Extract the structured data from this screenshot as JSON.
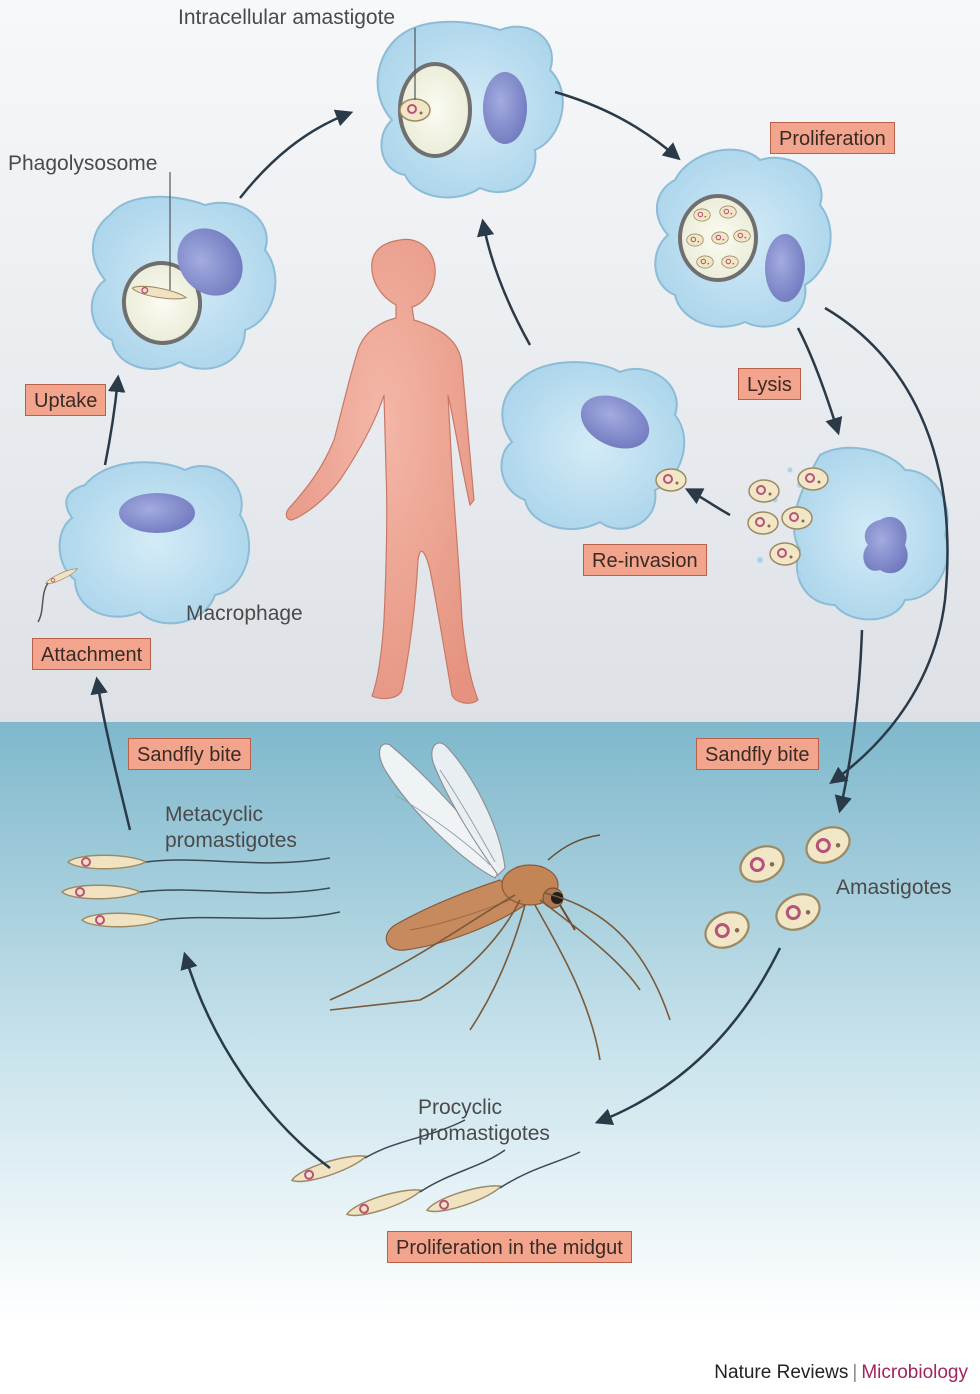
{
  "labels": {
    "intracellular_amastigote": "Intracellular amastigote",
    "phagolysosome": "Phagolysosome",
    "macrophage": "Macrophage",
    "metacyclic_line1": "Metacyclic",
    "metacyclic_line2": "promastigotes",
    "amastigotes": "Amastigotes",
    "procyclic_line1": "Procyclic",
    "procyclic_line2": "promastigotes"
  },
  "stages": {
    "proliferation": "Proliferation",
    "uptake": "Uptake",
    "lysis": "Lysis",
    "reinvasion": "Re-invasion",
    "attachment": "Attachment",
    "sandfly_bite_left": "Sandfly bite",
    "sandfly_bite_right": "Sandfly bite",
    "proliferation_midgut": "Proliferation in the midgut"
  },
  "footer": {
    "publisher": "Nature Reviews",
    "separator": "|",
    "journal": "Microbiology"
  },
  "colors": {
    "host_background_top": "#f7f8fa",
    "host_background_bottom": "#dde1e6",
    "vector_background_top": "#7fb8cc",
    "vector_background_bottom": "#ffffff",
    "macrophage": "#b9dcef",
    "nucleus": "#7e87c8",
    "stage_box": "#f2a58c",
    "human": "#eea293",
    "arrow": "#2a3a48",
    "journal_accent": "#a0255f"
  },
  "icons": [
    "macrophage-cell",
    "nucleus",
    "phagolysosome-vacuole",
    "amastigote",
    "promastigote",
    "human-figure",
    "sandfly"
  ]
}
